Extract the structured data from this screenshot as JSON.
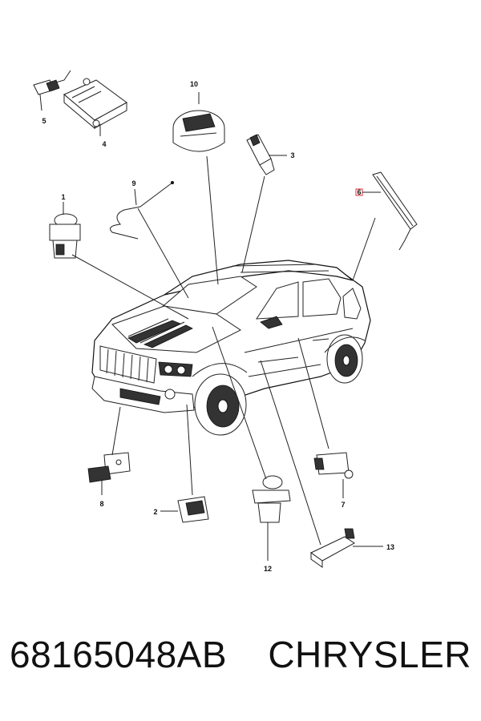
{
  "callouts": {
    "c1": "1",
    "c2": "2",
    "c3": "3",
    "c4": "4",
    "c5": "5",
    "c6": "6",
    "c7": "7",
    "c8": "8",
    "c9": "9",
    "c10": "10",
    "c12": "12",
    "c13": "13"
  },
  "highlight_color": "#e0303a",
  "footer": {
    "part_number": "68165048AB",
    "brand": "CHRYSLER"
  }
}
